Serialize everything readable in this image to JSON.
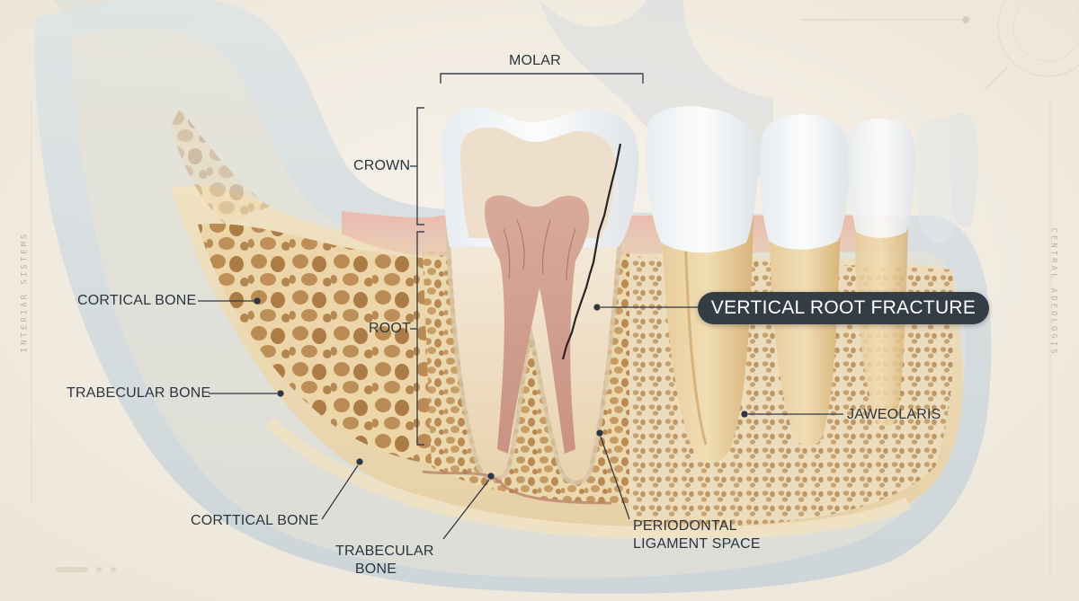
{
  "labels": {
    "molar": "MOLAR",
    "crown": "CROWN",
    "root": "ROOT",
    "cortical_bone_left": "CORTICAL BONE",
    "trabecular_bone_left": "TRABECULAR BONE",
    "corttical_bone_bottom": "CORTTICAL BONE",
    "trabecular_bone_bottom_line1": "TRABECULAR",
    "trabecular_bone_bottom_line2": "BONE",
    "periodontal_line1": "PERIODONTAL",
    "periodontal_line2": "LIGAMENT SPACE",
    "jaweolaris": "JAWEOLARIS",
    "vertical_root_fracture": "VERTICAL ROOT FRACTURE"
  },
  "side_text": {
    "left": "INTERIAR SISTEMS",
    "right": "CENTRAL ADEOLOGIS"
  },
  "colors": {
    "background": "#f3ede2",
    "bone": "#ead8b4",
    "trabecular": "#c7955a",
    "enamel": "#f2f4f5",
    "dentin": "#ead9c2",
    "pulp": "#d6a496",
    "gum": "#e9a59a",
    "label_text": "#2c3440",
    "callout_bg": "#343c46"
  }
}
